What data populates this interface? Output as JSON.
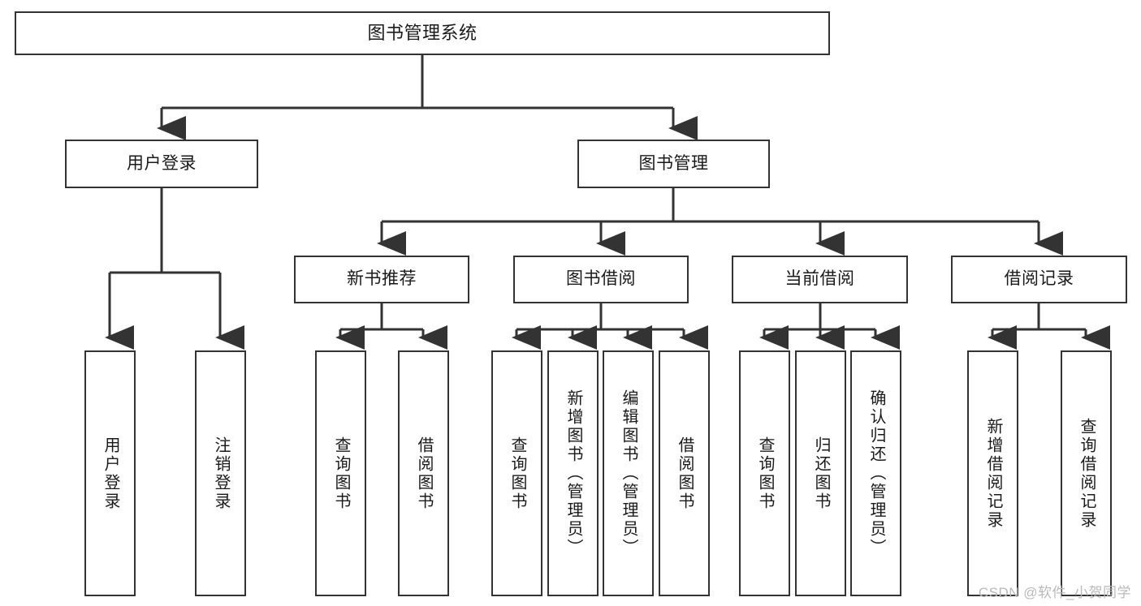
{
  "diagram": {
    "title": "图书管理系统",
    "type": "hierarchy-tree",
    "colors": {
      "background": "#ffffff",
      "stroke": "#333333",
      "text": "#1a1a1a",
      "watermark": "#b9b9b9"
    },
    "root": {
      "id": "root",
      "label": "图书管理系统"
    },
    "level1": [
      {
        "id": "user-login",
        "label": "用户登录"
      },
      {
        "id": "book-management",
        "label": "图书管理"
      }
    ],
    "level2": [
      {
        "id": "new-book-recommend",
        "label": "新书推荐",
        "parent": "book-management"
      },
      {
        "id": "book-borrow",
        "label": "图书借阅",
        "parent": "book-management"
      },
      {
        "id": "current-borrow",
        "label": "当前借阅",
        "parent": "book-management"
      },
      {
        "id": "borrow-record",
        "label": "借阅记录",
        "parent": "book-management"
      }
    ],
    "leaves": {
      "user_login": [
        {
          "id": "leaf-user-login",
          "label": "用户登录"
        },
        {
          "id": "leaf-user-logout",
          "label": "注销登录"
        }
      ],
      "new_book_recommend": [
        {
          "id": "leaf-query-book-1",
          "label": "查询图书"
        },
        {
          "id": "leaf-borrow-book-1",
          "label": "借阅图书"
        }
      ],
      "book_borrow": [
        {
          "id": "leaf-query-book-2",
          "label": "查询图书"
        },
        {
          "id": "leaf-add-book",
          "label": "新增图书（管理员）"
        },
        {
          "id": "leaf-edit-book",
          "label": "编辑图书（管理员）"
        },
        {
          "id": "leaf-borrow-book-2",
          "label": "借阅图书"
        }
      ],
      "current_borrow": [
        {
          "id": "leaf-query-book-3",
          "label": "查询图书"
        },
        {
          "id": "leaf-return-book",
          "label": "归还图书"
        },
        {
          "id": "leaf-confirm-return",
          "label": "确认归还（管理员）"
        }
      ],
      "borrow_record": [
        {
          "id": "leaf-add-record",
          "label": "新增借阅记录"
        },
        {
          "id": "leaf-query-record",
          "label": "查询借阅记录"
        }
      ]
    }
  },
  "watermark": {
    "text": "CSDN @软件_小贺同学"
  }
}
